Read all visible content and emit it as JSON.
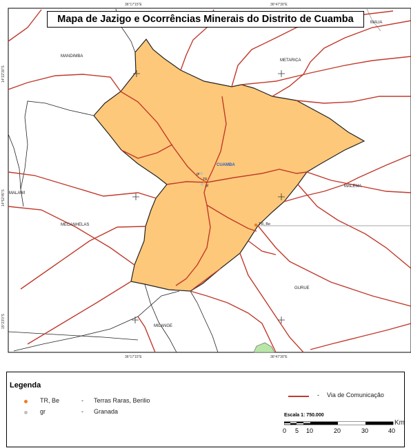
{
  "map": {
    "title": "Mapa de Jazigo e Ocorrências Minerais do Distrito de Cuamba",
    "places": {
      "maua": "MAUA",
      "mandimba": "MANDIMBA",
      "metarica": "METARICA",
      "cuamba": "CUAMBA",
      "malawi": "MALAWI",
      "malema": "MALEMA",
      "mecanhelas": "MECANHELAS",
      "gurue": "GURUE",
      "milange": "MILANGE"
    },
    "occurrence_labels": {
      "gr_north": "gr",
      "tr_be_center": "TR",
      "gr_center": "gr",
      "tr_be_east": "TR, Be"
    },
    "coords": {
      "top_left": "36°17'15\"E",
      "top_right": "36°47'30\"E",
      "bottom_left": "36°17'15\"E",
      "bottom_right": "36°47'30\"E",
      "left_1": "14°22'30\"S",
      "left_2": "14°52'45\"S",
      "left_3": "15°23'0\"S"
    },
    "colors": {
      "district_fill": "#fdc879",
      "road": "#c0392b",
      "boundary": "#222222",
      "green_area": "#b8e6a8",
      "cuamba_label": "#2d5fbf"
    }
  },
  "legend": {
    "title": "Legenda",
    "items": [
      {
        "symbol": "TR, Be",
        "dash": "-",
        "description": "Terras Raras, Berilio",
        "color": "#f07a22"
      },
      {
        "symbol": "gr",
        "dash": "-",
        "description": "Granada",
        "color": "#c0c0c0"
      }
    ],
    "road": {
      "dash": "-",
      "label": "Via de Comunicação"
    },
    "scale": {
      "title": "Escala 1: 750.000",
      "unit": "Km",
      "ticks": [
        "0",
        "5",
        "10",
        "20",
        "30",
        "40"
      ]
    }
  }
}
